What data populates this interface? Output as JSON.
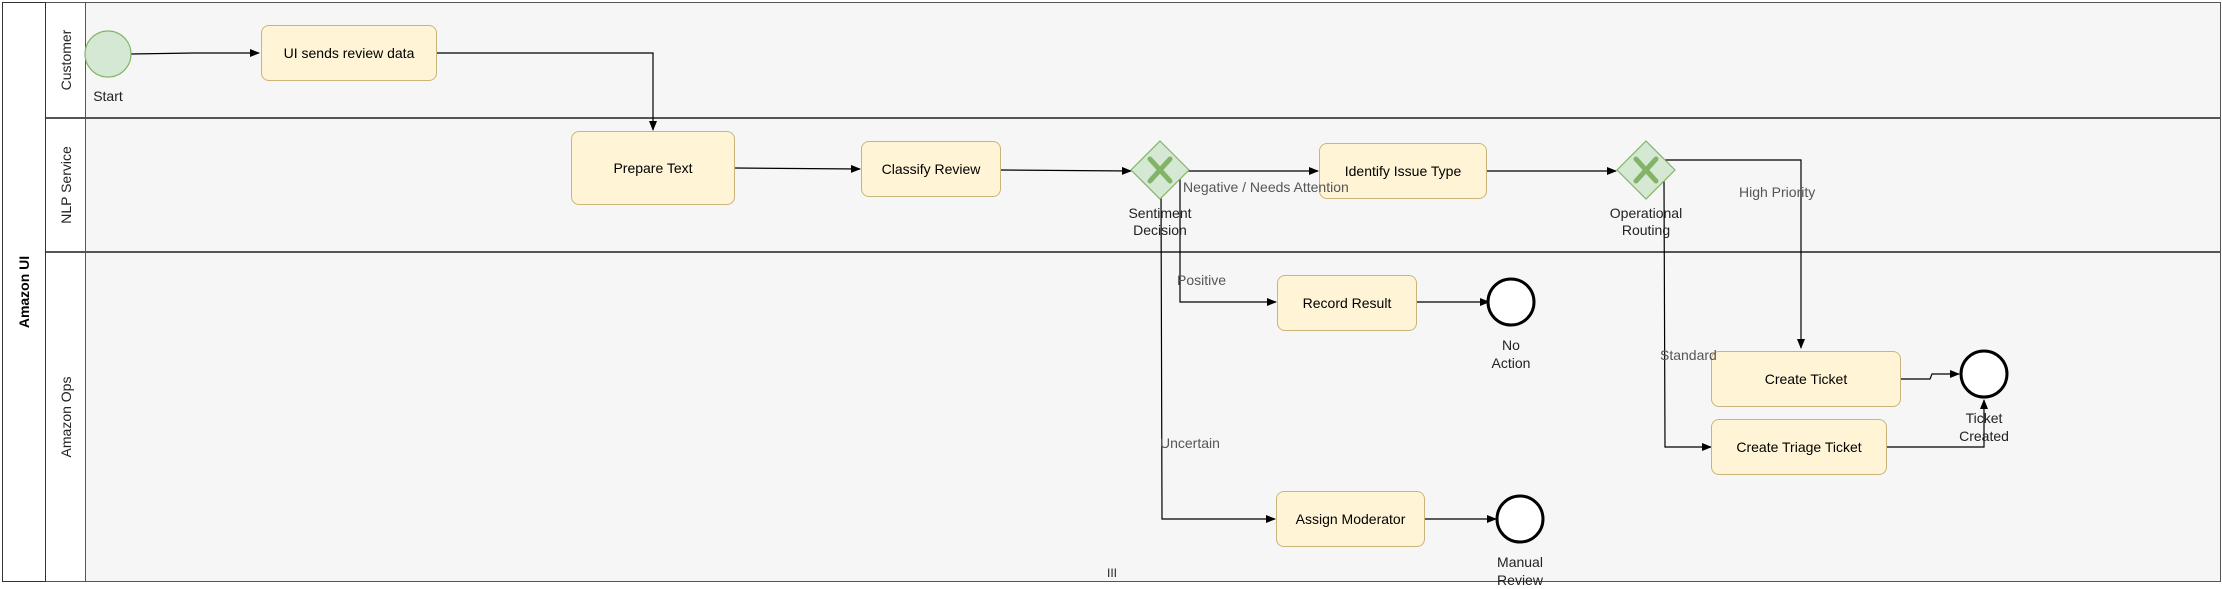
{
  "pool": {
    "title": "Amazon UI"
  },
  "lanes": {
    "customer": "Customer",
    "nlp": "NLP Service",
    "ops": "Amazon Ops"
  },
  "events": {
    "start": "Start",
    "no_action": "No Action",
    "ticket_created": "Ticket Created",
    "manual_review": "Manual Review"
  },
  "tasks": {
    "ui_sends": "UI sends review data",
    "prepare_text": "Prepare Text",
    "classify_review": "Classify Review",
    "identify_issue": "Identify Issue Type",
    "record_result": "Record Result",
    "create_ticket": "Create Ticket",
    "create_triage": "Create Triage Ticket",
    "assign_moderator": "Assign Moderator"
  },
  "gateways": {
    "sentiment": "Sentiment Decision",
    "operational": "Operational Routing"
  },
  "edge_labels": {
    "negative": "Negative / Needs Attention",
    "positive": "Positive",
    "uncertain": "Uncertain",
    "high_priority": "High Priority",
    "standard": "Standard"
  },
  "bottom_mark": "III",
  "colors": {
    "task_fill": "#fff4d6",
    "gateway_fill": "#d5e8d4",
    "gateway_mark": "#82b366",
    "start_fill": "#d5e8d4"
  }
}
